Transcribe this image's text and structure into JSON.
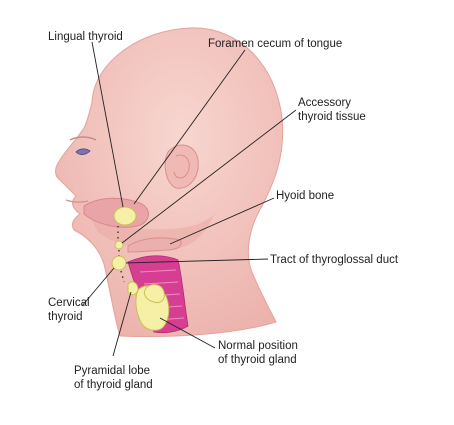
{
  "labels": {
    "lingual_thyroid": "Lingual thyroid",
    "foramen_cecum": "Foramen cecum of tongue",
    "accessory_1": "Accessory",
    "accessory_2": "thyroid tissue",
    "hyoid_bone": "Hyoid bone",
    "tract": "Tract of thyroglossal duct",
    "cervical_1": "Cervical",
    "cervical_2": "thyroid",
    "normal_1": "Normal position",
    "normal_2": "of thyroid gland",
    "pyramidal_1": "Pyramidal lobe",
    "pyramidal_2": "of thyroid gland"
  },
  "colors": {
    "skin": "#f3c4bd",
    "skin_shadow": "#e49d9a",
    "tongue": "#e7a9a9",
    "thyroid_tissue": "#f5f0a8",
    "trachea": "#d43c8f",
    "leader": "#222222"
  }
}
